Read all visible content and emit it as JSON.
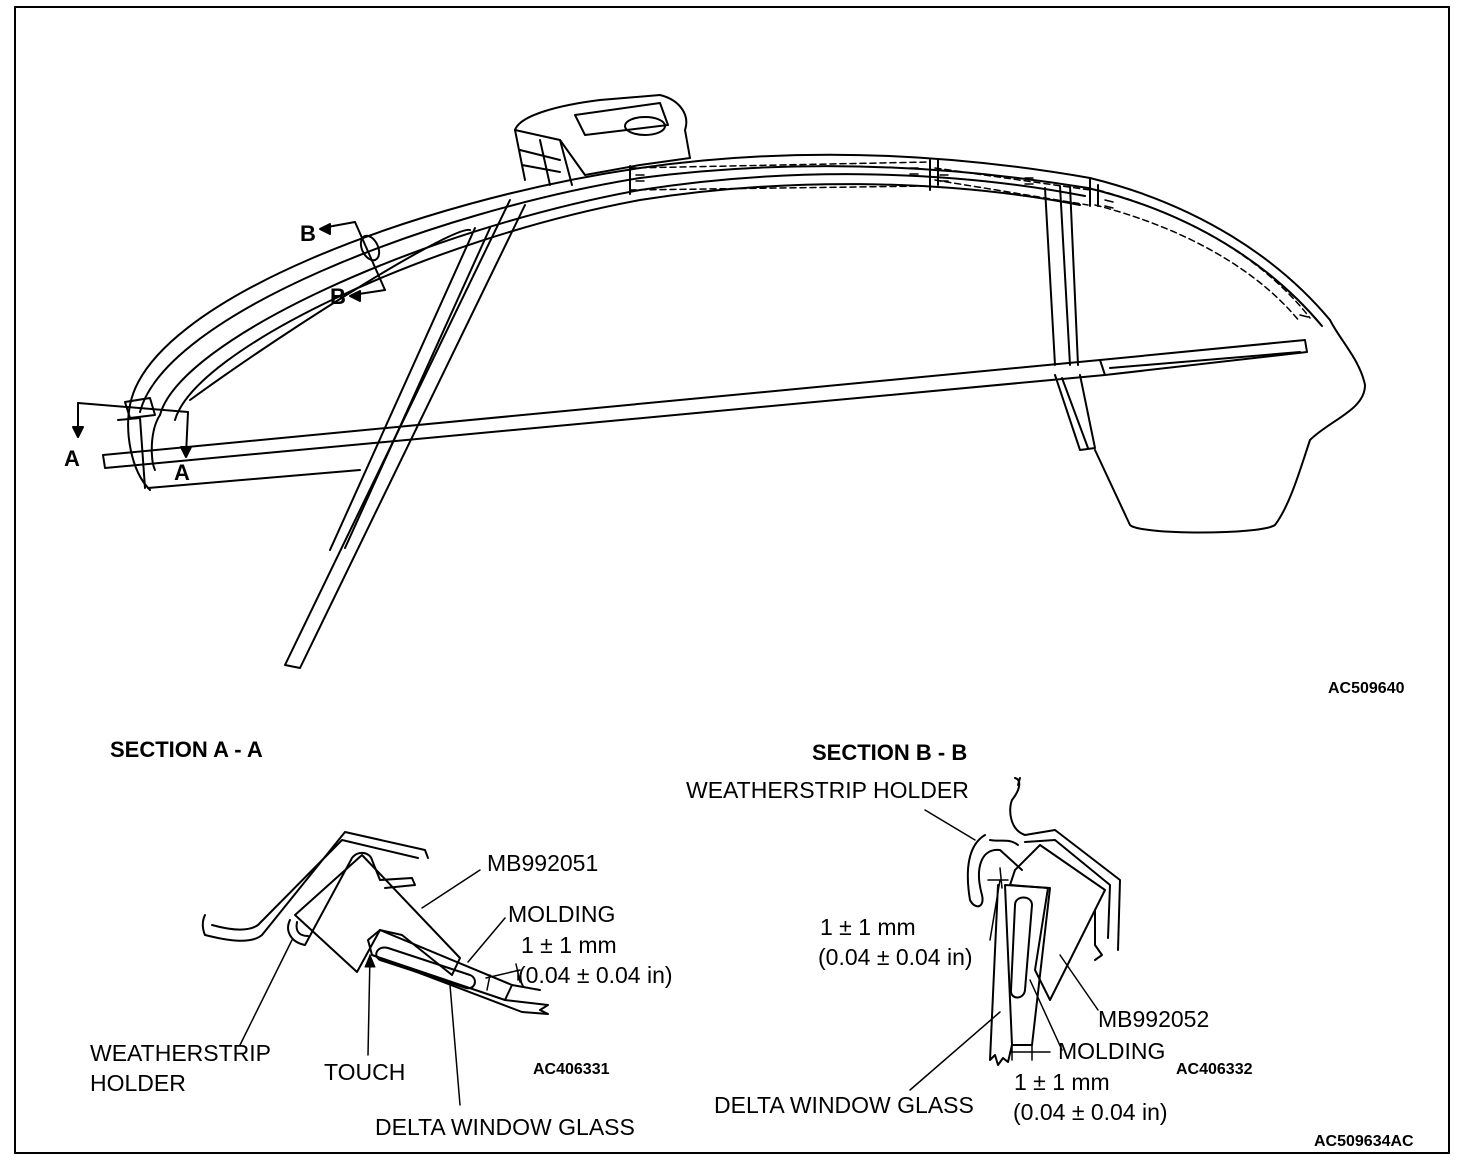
{
  "overview": {
    "ref_code": "AC509640",
    "section_marks": {
      "a": "A",
      "b": "B"
    }
  },
  "section_a": {
    "title": "SECTION A - A",
    "tool": "MB992051",
    "molding": "MOLDING",
    "gap_mm": "1 ± 1 mm",
    "gap_in": "(0.04 ± 0.04 in)",
    "weatherstrip_line1": "WEATHERSTRIP",
    "weatherstrip_line2": "HOLDER",
    "touch": "TOUCH",
    "glass": "DELTA WINDOW GLASS",
    "ref_code": "AC406331"
  },
  "section_b": {
    "title": "SECTION B - B",
    "weatherstrip": "WEATHERSTRIP HOLDER",
    "gap_top_mm": "1 ± 1 mm",
    "gap_top_in": "(0.04 ± 0.04 in)",
    "tool": "MB992052",
    "molding": "MOLDING",
    "gap_bottom_mm": "1 ± 1 mm",
    "gap_bottom_in": "(0.04 ± 0.04 in)",
    "glass": "DELTA WINDOW GLASS",
    "ref_code": "AC406332"
  },
  "footer_code": "AC509634AC"
}
